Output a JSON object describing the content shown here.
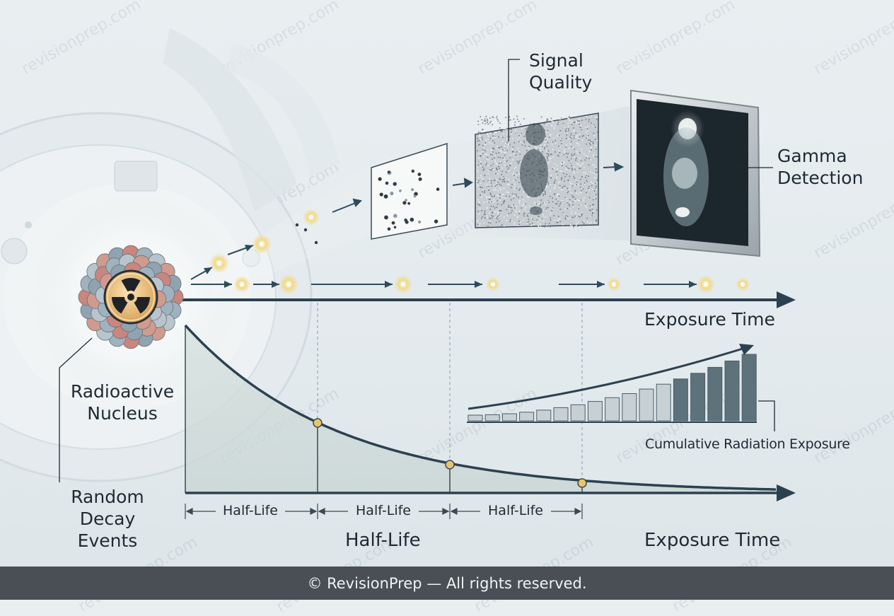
{
  "labels": {
    "signal_quality": [
      "Signal",
      "Quality"
    ],
    "gamma_detection": [
      "Gamma",
      "Detection"
    ],
    "exposure_time_top": "Exposure Time",
    "radioactive_nucleus": [
      "Radioactive",
      "Nucleus"
    ],
    "random_decay_events": [
      "Random",
      "Decay",
      "Events"
    ],
    "cumulative_radiation_exposure": "Cumulative Radiation Exposure",
    "half_life_interval": "Half-Life",
    "half_life_axis": "Half-Life",
    "exposure_time_bottom": "Exposure Time"
  },
  "footer": "© RevisionPrep — All rights reserved.",
  "watermark": "revisionprep.com",
  "colors": {
    "arrow": "#2f4a5c",
    "curve": "#2c4150",
    "point": "#e8c66a",
    "bars": "#5e727c",
    "footer_bg": "#4a4e55"
  }
}
